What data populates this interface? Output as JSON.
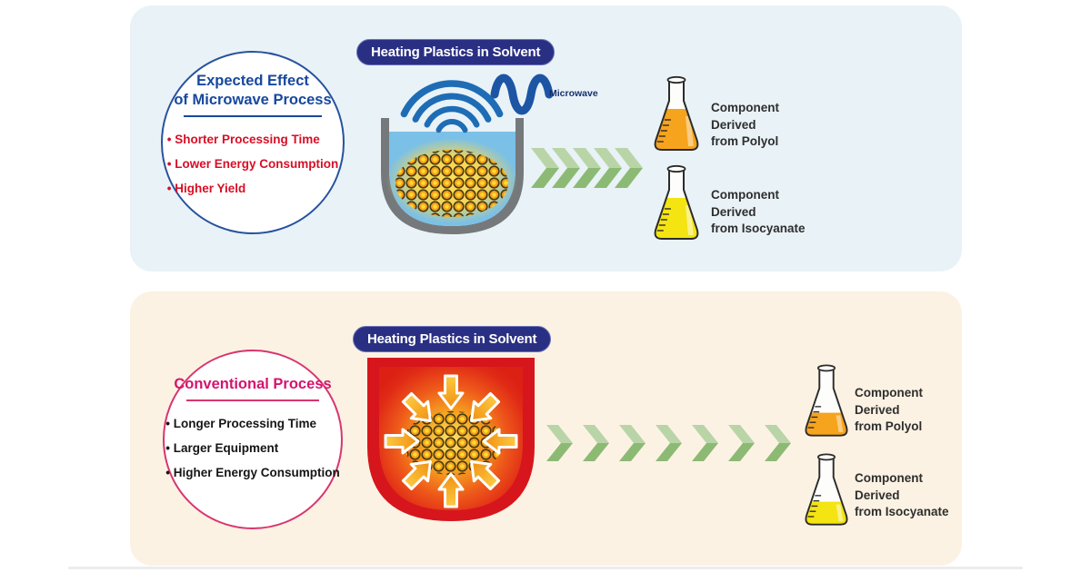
{
  "panel_microwave": {
    "circle": {
      "title_line1": "Expected Effect",
      "title_line2": "of Microwave Process",
      "bullets": [
        "Shorter Processing Time",
        "Lower Energy Consumption",
        "Higher Yield"
      ]
    },
    "badge": "Heating Plastics in Solvent",
    "microwave_label": "Microwave",
    "flask_polyol": {
      "line1": "Component",
      "line2": "Derived",
      "line3": "from Polyol"
    },
    "flask_isocyanate": {
      "line1": "Component",
      "line2": "Derived",
      "line3": "from Isocyanate"
    }
  },
  "panel_conventional": {
    "circle": {
      "title": "Conventional Process",
      "bullets": [
        "Longer Processing Time",
        "Larger Equipment",
        "Higher Energy Consumption"
      ]
    },
    "badge": "Heating Plastics in Solvent",
    "flask_polyol": {
      "line1": "Component",
      "line2": "Derived",
      "line3": "from Polyol"
    },
    "flask_isocyanate": {
      "line1": "Component",
      "line2": "Derived",
      "line3": "from Isocyanate"
    }
  },
  "colors": {
    "polyol_liquid": "#F6A41D",
    "isocyanate_liquid": "#F4E412",
    "microwave_title_blue": "#17489E",
    "microwave_bullet_red": "#D70F26",
    "conventional_title_pink": "#D4146E",
    "badge_navy": "#292F82",
    "wave_blue": "#1E6CB5",
    "chevron_green": "#8CBA74",
    "panel_top_bg": "#E9F2F7",
    "panel_bottom_bg": "#FCF2E3",
    "vessel_gray": "#75797C",
    "vessel_red": "#D6161C"
  }
}
